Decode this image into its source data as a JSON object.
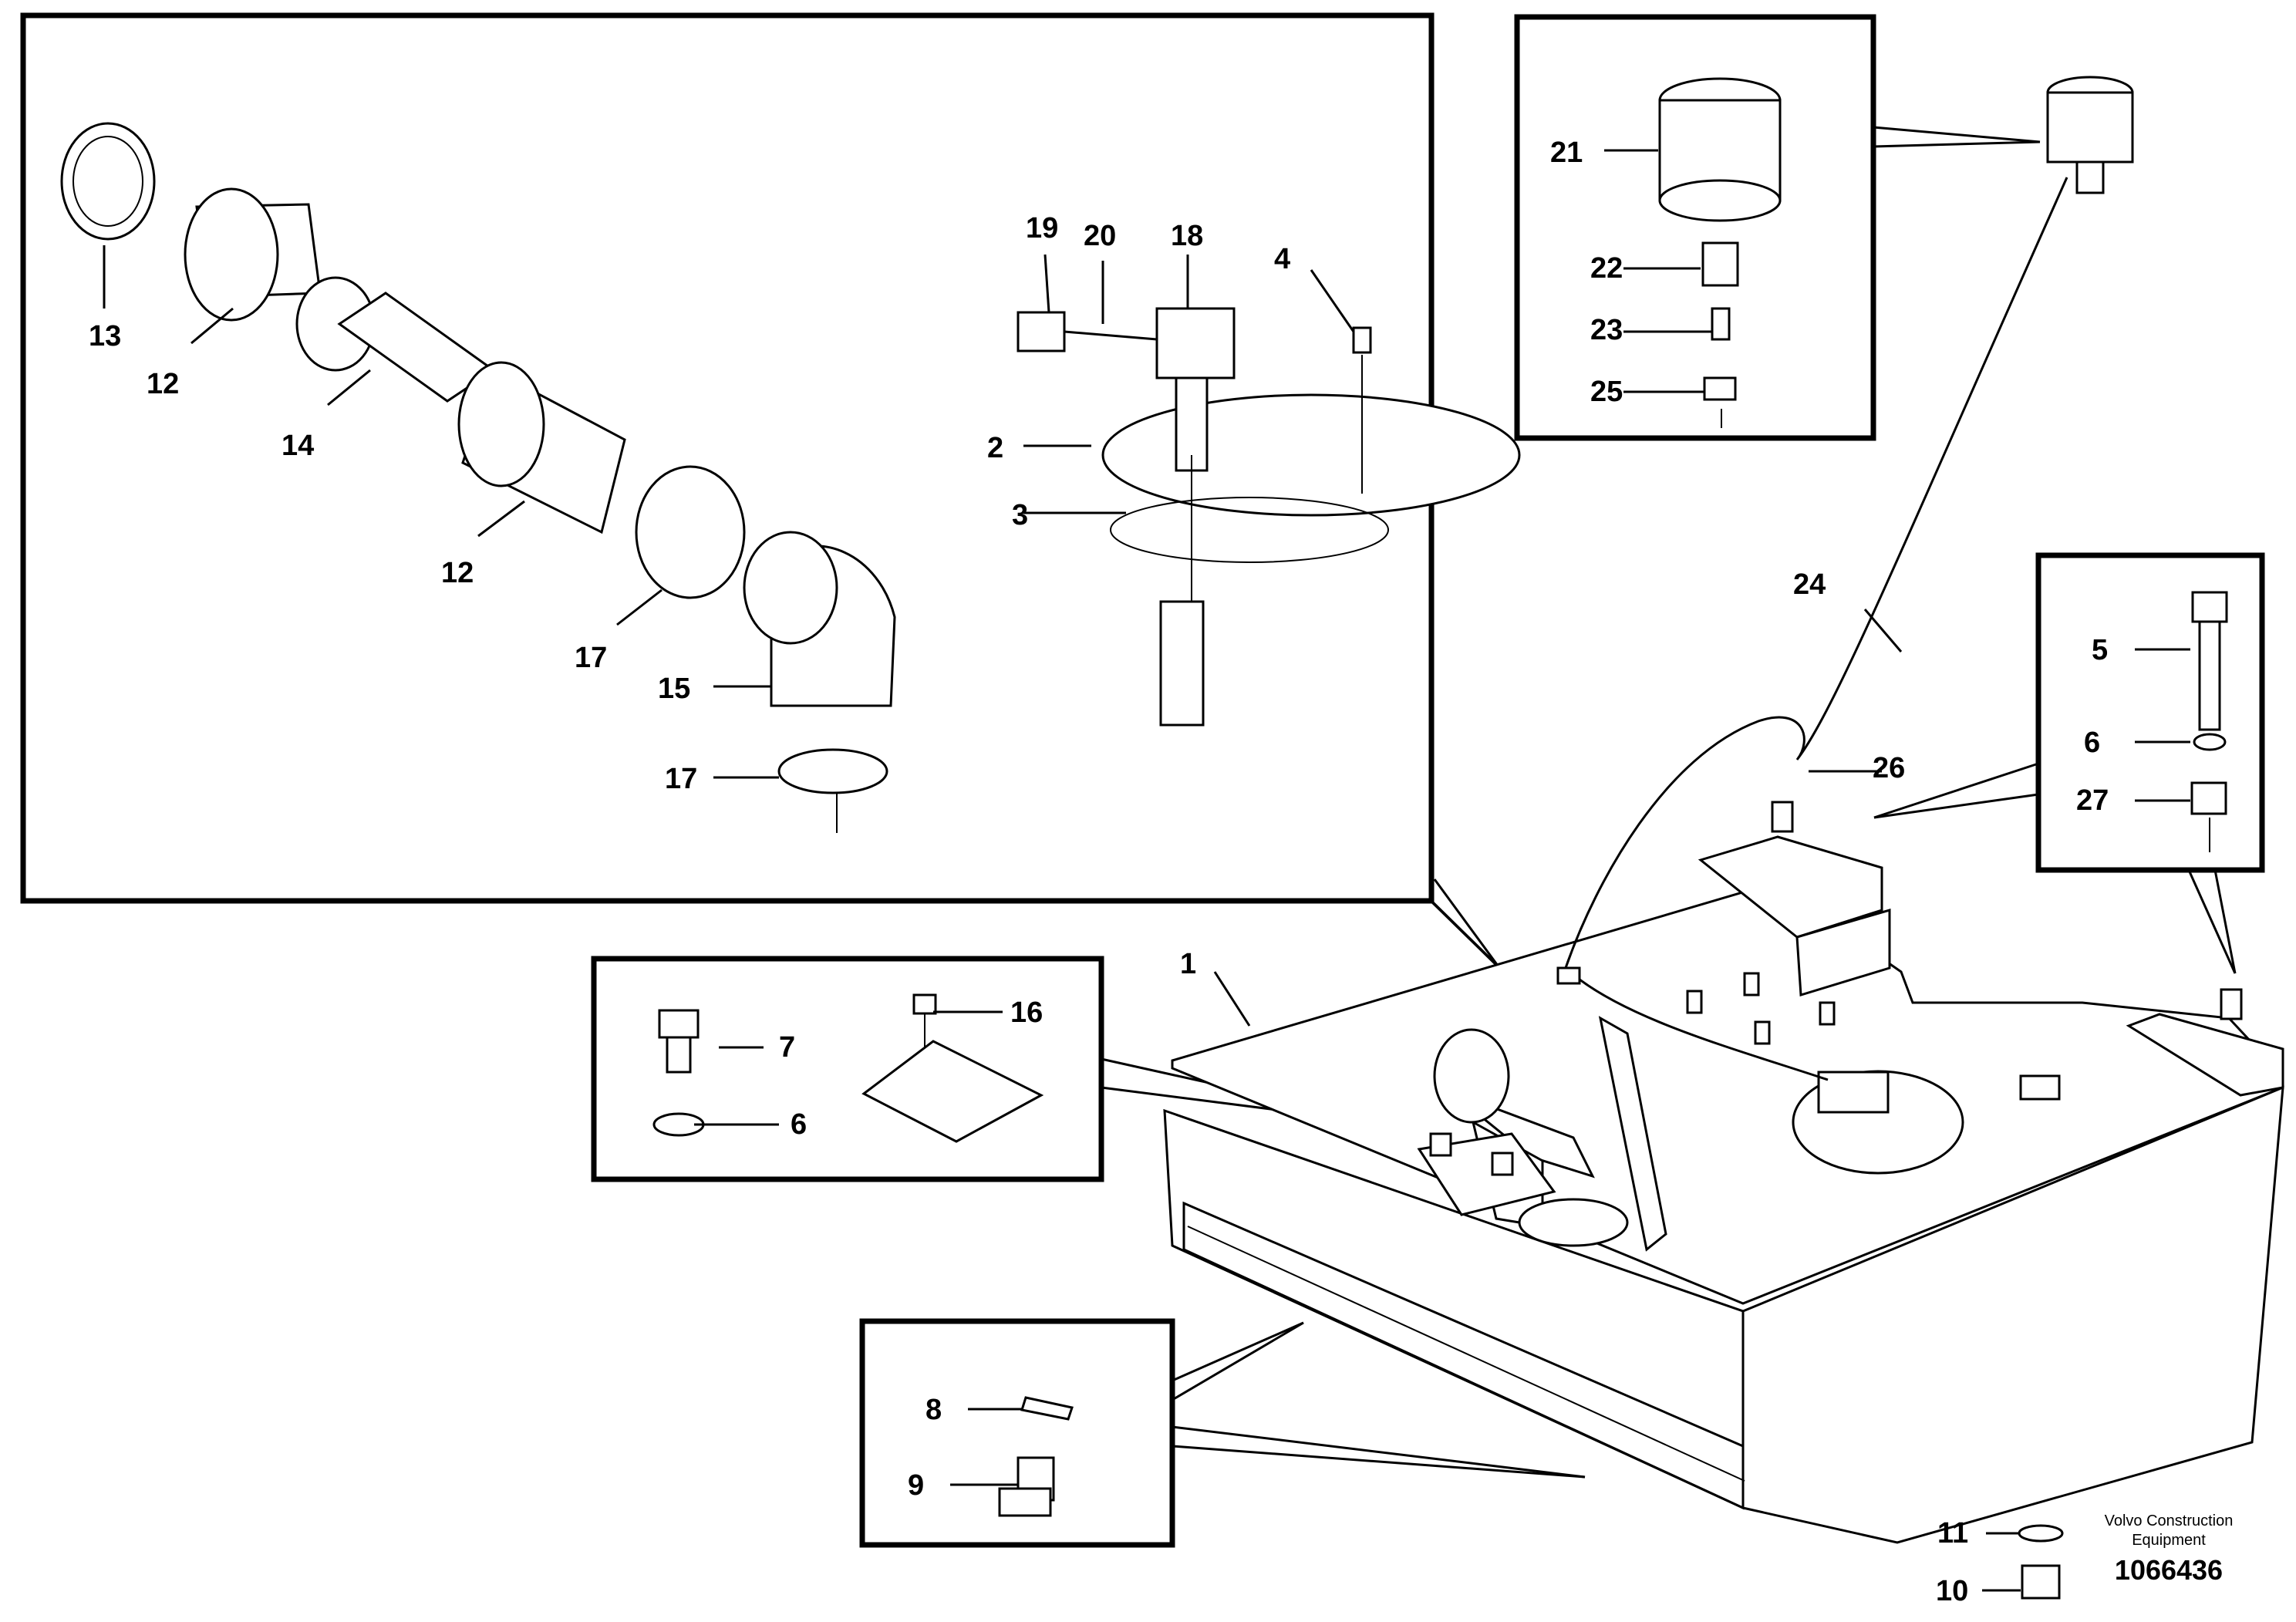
{
  "labels": {
    "p1": "1",
    "p2": "2",
    "p3": "3",
    "p4": "4",
    "p5": "5",
    "p6a": "6",
    "p6b": "6",
    "p7": "7",
    "p8": "8",
    "p9": "9",
    "p10": "10",
    "p11": "11",
    "p12a": "12",
    "p12b": "12",
    "p13": "13",
    "p14": "14",
    "p15": "15",
    "p16": "16",
    "p17a": "17",
    "p17b": "17",
    "p18": "18",
    "p19": "19",
    "p20": "20",
    "p21": "21",
    "p22": "22",
    "p23": "23",
    "p24": "24",
    "p25": "25",
    "p26": "26",
    "p27": "27"
  },
  "footer": {
    "brand_line1": "Volvo Construction",
    "brand_line2": "Equipment",
    "drawing_number": "1066436"
  }
}
